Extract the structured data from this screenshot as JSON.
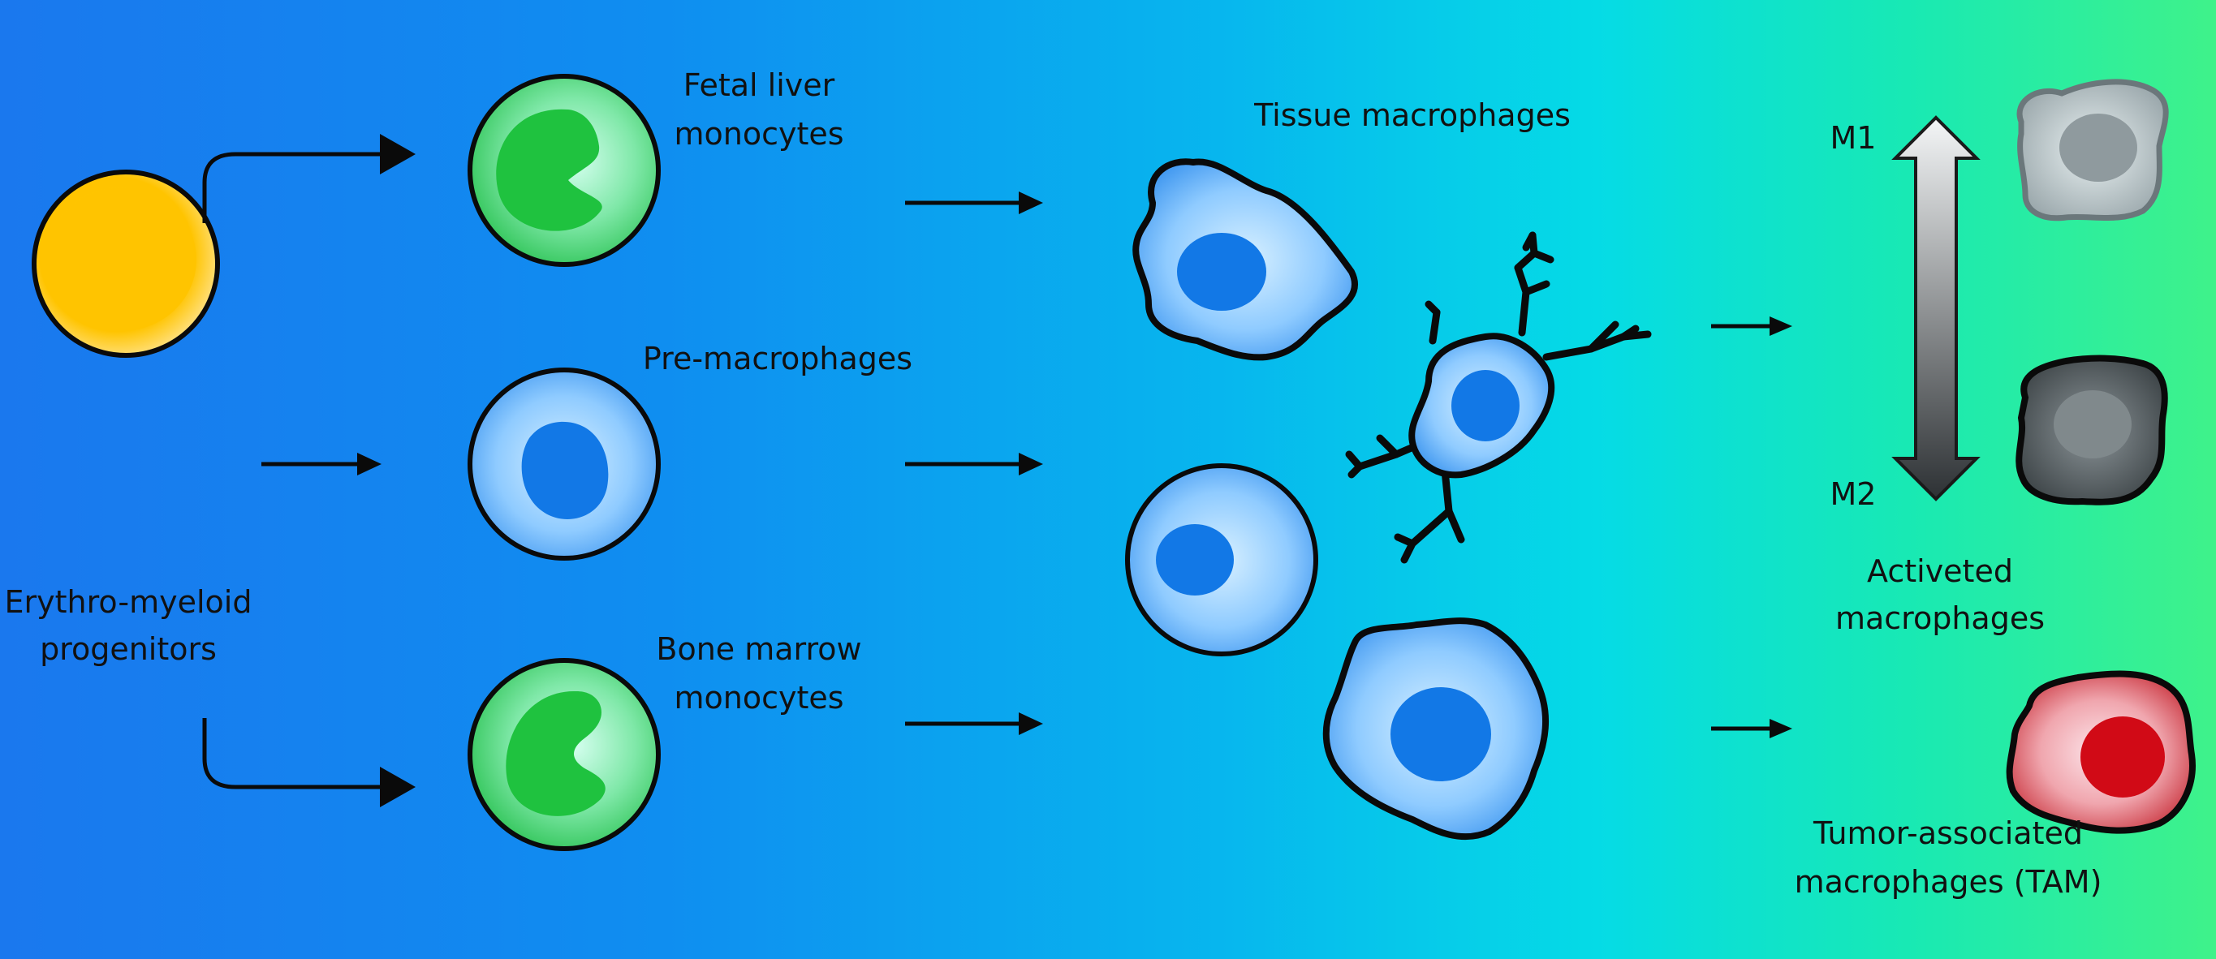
{
  "labels": {
    "progenitors_line1": "Erythro-myeloid",
    "progenitors_line2": "progenitors",
    "fetal_line1": "Fetal liver",
    "fetal_line2": "monocytes",
    "premac": "Pre-macrophages",
    "bone_line1": "Bone marrow",
    "bone_line2": "monocytes",
    "tissue": "Tissue macrophages",
    "m1": "M1",
    "m2": "M2",
    "activated_line1": "Activeted",
    "activated_line2": "macrophages",
    "tam_line1": "Tumor-associated",
    "tam_line2": "macrophages (TAM)"
  },
  "colors": {
    "progenitor_cell": "#ffc400",
    "monocyte_cell": "#1fc23f",
    "macrophage_cell": "#4aa6f2",
    "nucleus": "#1278e6",
    "m1_cell": "#a9b4b8",
    "m2_cell": "#4b5256",
    "tam_cell": "#d42128",
    "outline": "#0a0a0a"
  }
}
